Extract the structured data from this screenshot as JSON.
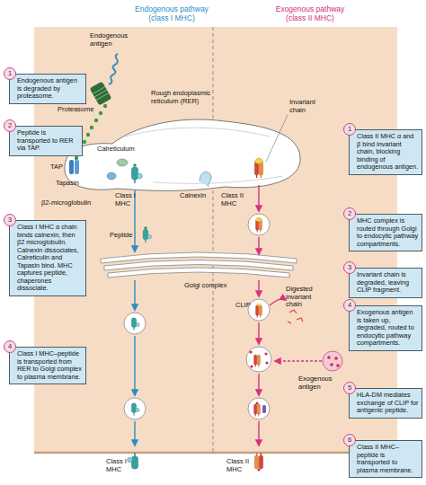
{
  "diagram": {
    "nodes": [
      {
        "text": [
          "1",
          "Endogenous antigen is degraded by proteasome."
        ]
      },
      {
        "text": [
          "2",
          "Peptide is transported to RER via TAP."
        ]
      },
      {
        "text": [
          "3",
          "Class I MHC α chain binds calnexin, then β2 microglobulin. Calnexin dissociates, Calreticulin and Tapasin bind. MHC captures peptide, chaperones dissociate."
        ]
      },
      {
        "text": [
          "4",
          "Class I MHC–peptide is transported from RER to Golgi complex to plasma membrane."
        ]
      },
      {
        "text": [
          "1",
          "Class II MHC α and β bind invariant chain, blocking binding of endogenous antigen."
        ]
      },
      {
        "text": [
          "2",
          "MHC complex is routed through Golgi to endocytic pathway compartments."
        ]
      },
      {
        "text": [
          "3",
          "Invariant chain is degraded, leaving CLIP fragment."
        ]
      },
      {
        "text": [
          "4",
          "Exogenous antigen is taken up, degraded, routed to endocytic pathway compartments."
        ]
      },
      {
        "text": [
          "5",
          "HLA-DM mediates exchange of CLIP for antigenic peptide."
        ]
      },
      {
        "text": [
          "6",
          "Class II MHC–peptide is transported to plasma membrane."
        ]
      }
    ],
    "labels": [
      "Endogenous pathway (class I MHC)",
      "Exogenous pathway (class II MHC)",
      "Endogenous antigen",
      "Proteasome",
      "Rough endoplasmic reticulum (RER)",
      "Invariant chain",
      "TAP",
      "Calreticulum",
      "Tapasin",
      "β2-microglobulin",
      "Class I MHC",
      "Calnexin",
      "Class II MHC",
      "Peptide",
      "Golgi complex",
      "Digested invariant chain",
      "CLIP",
      "Exogenous antigen",
      "Class I MHC",
      "Class II MHC"
    ]
  }
}
